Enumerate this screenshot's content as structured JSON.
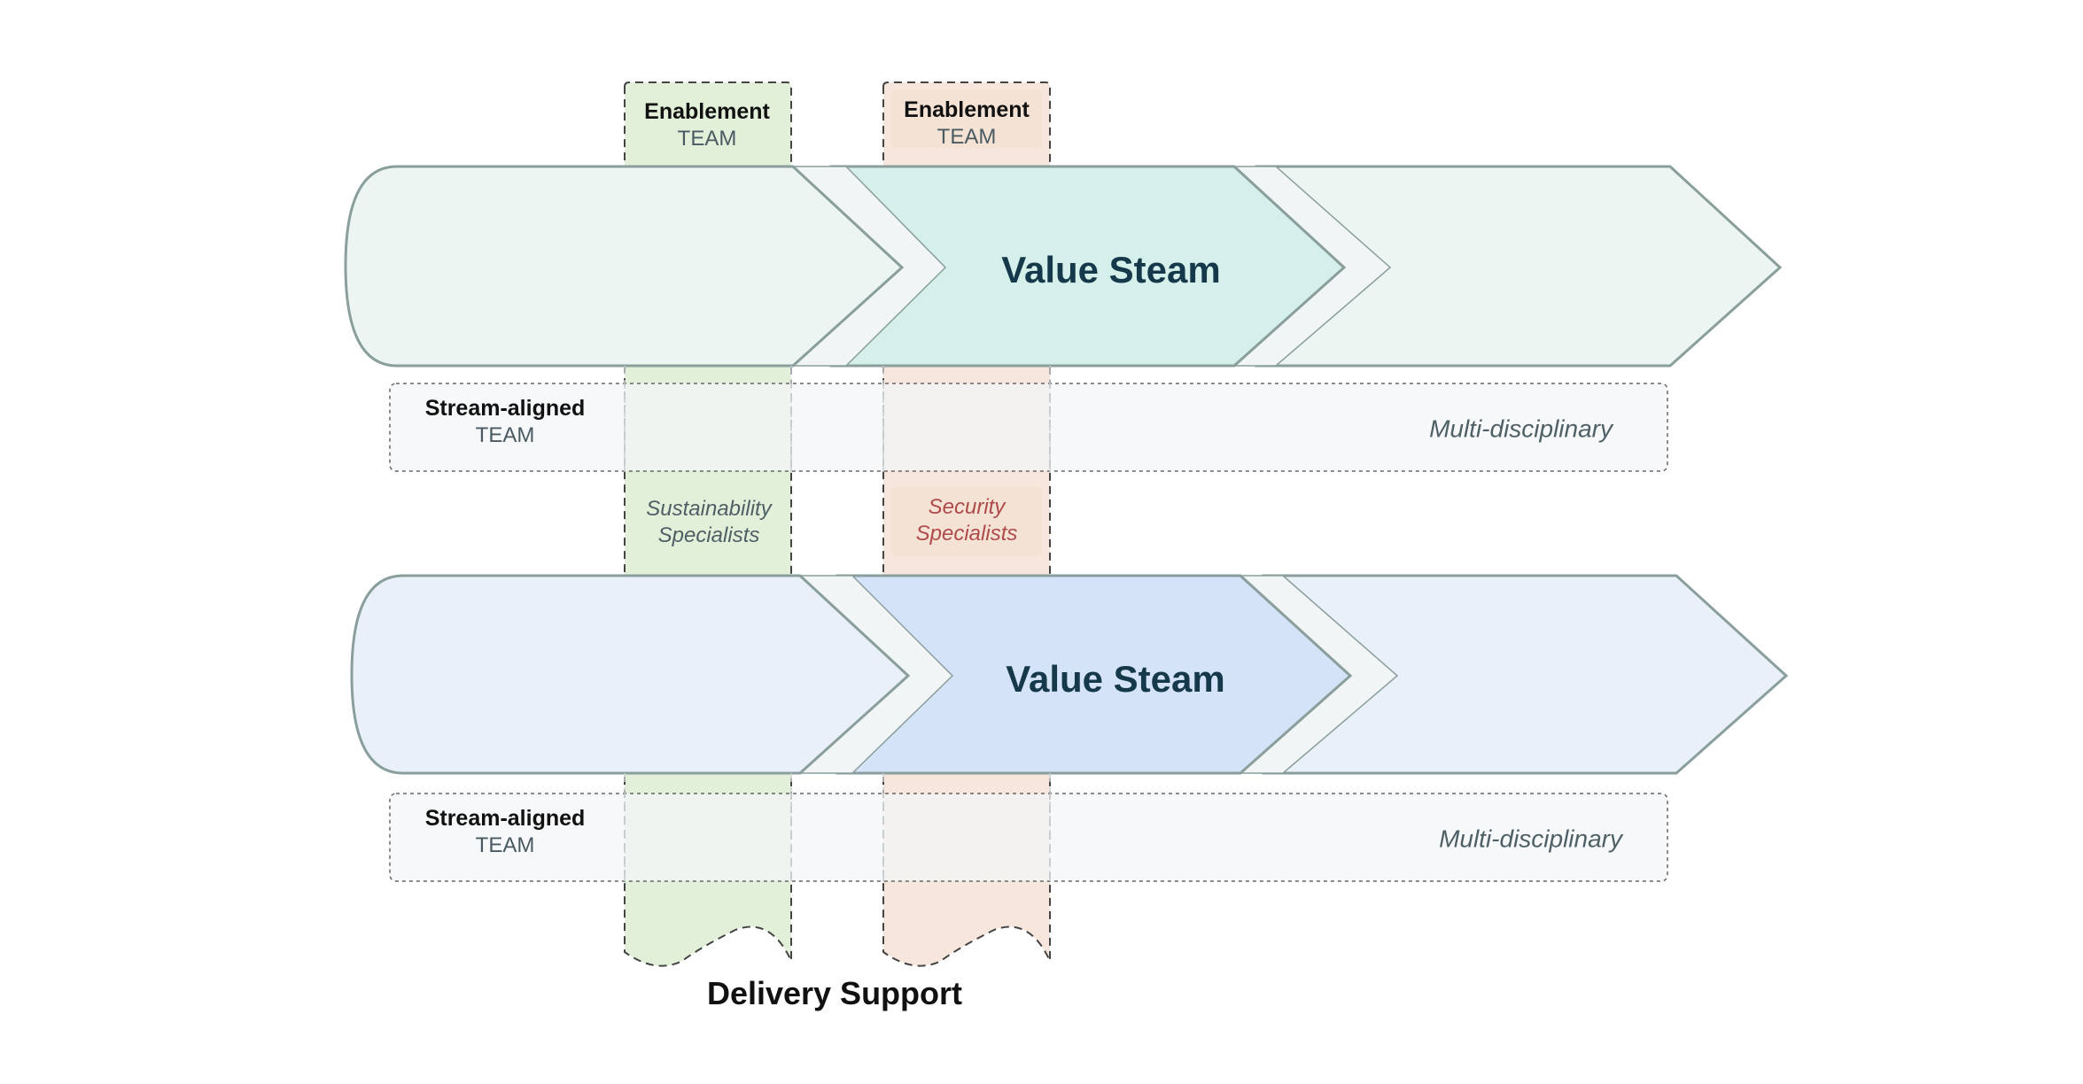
{
  "enablement_teams": [
    {
      "title": "Enablement",
      "subtitle": "TEAM",
      "specialty": "Sustainability",
      "specialty_line2": "Specialists",
      "fill": "#e2f0da",
      "specialty_color": "#4f5f66"
    },
    {
      "title": "Enablement",
      "subtitle": "TEAM",
      "specialty": "Security",
      "specialty_line2": "Specialists",
      "fill": "#f6e6db",
      "specialty_color": "#b04a4a"
    }
  ],
  "value_streams": [
    {
      "title": "Value Steam",
      "light_fill": "#ecf5f2",
      "center_fill": "#d5efea",
      "stroke": "#8a9e9c"
    },
    {
      "title": "Value Steam",
      "light_fill": "#e9f0fa",
      "center_fill": "#d4e3f7",
      "stroke": "#8a9e9c"
    }
  ],
  "stream_aligned_teams": [
    {
      "title": "Stream-aligned",
      "subtitle": "TEAM",
      "note": "Multi-disciplinary"
    },
    {
      "title": "Stream-aligned",
      "subtitle": "TEAM",
      "note": "Multi-disciplinary"
    }
  ],
  "footer": {
    "label": "Delivery Support"
  }
}
